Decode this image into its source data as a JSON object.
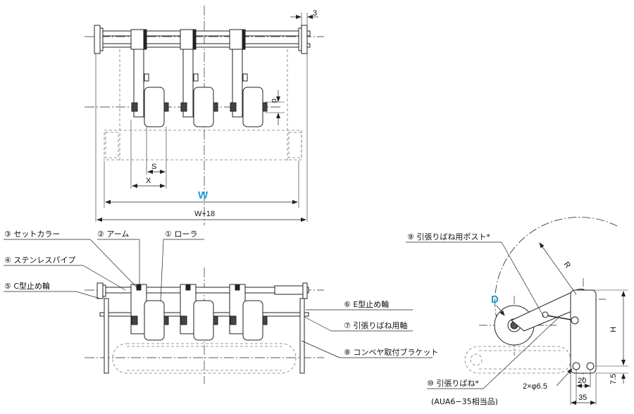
{
  "top_view": {
    "dim_gap": "3",
    "dim_d": "d",
    "dim_s": "S",
    "dim_x": "X",
    "dim_w": "W",
    "dim_w_total": "W+18"
  },
  "front_view": {
    "callouts": {
      "c1": "① ローラ",
      "c2": "② アーム",
      "c3": "③ セットカラー",
      "c4": "④ ステンレスパイプ",
      "c5": "⑤ C型止め輪",
      "c6": "⑥ E型止め輪",
      "c7": "⑦ 引張りばね用軸",
      "c8": "⑧ コンベヤ取付ブラケット"
    }
  },
  "side_view": {
    "c9": "⑨ 引張りばね用ポスト*",
    "c10": "⑩ 引張りばね*",
    "c10_note": "(AUA6−35相当品)",
    "dim_D": "D",
    "dim_R": "R",
    "dim_H": "H",
    "dim_hole": "2×φ6.5",
    "dim_20": "20",
    "dim_35": "35",
    "dim_7_5": "7.5"
  },
  "colors": {
    "accent": "#1e9ad6",
    "line": "#222222",
    "hidden": "#777777"
  }
}
